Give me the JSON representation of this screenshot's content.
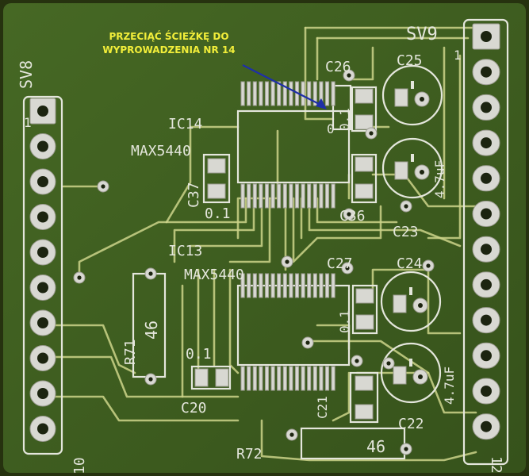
{
  "annotation": {
    "line1": "PRZECIĄĆ ŚCIEŻKĘ DO",
    "line2": "WYPROWADZENIA NR 14",
    "color": "#f2ee3a",
    "arrow_color": "#1f2fa8"
  },
  "labels": {
    "sv8": "SV8",
    "sv8_pin1": "1",
    "sv8_pin10": "10",
    "sv9": "SV9",
    "sv9_pin1": "1",
    "sv9_pin12": "12",
    "ic14": "IC14",
    "ic14_part": "MAX5440",
    "ic13": "IC13",
    "ic13_part": "MAX5440",
    "c26": "C26",
    "c25": "C25",
    "c37": "C37",
    "c37_val": "0.1",
    "c36": "C36",
    "c23": "C23",
    "c27": "C27",
    "c24": "C24",
    "c21": "C21",
    "c22": "C22",
    "c20": "C20",
    "c20_val": "0.1",
    "c_val_top": "0.1",
    "c_val_mid": "0.1",
    "r71": "R71",
    "r71_val": "46",
    "r72": "R72",
    "r72_val": "46",
    "cap_val_a": "4.7uF",
    "cap_val_b": "4.7uF",
    "ic14_pin": "0"
  },
  "colors": {
    "board": "#3e5a1f",
    "board_edge": "#2f4416",
    "silkscreen": "#e4e6dc",
    "copper": "#d8d8d2",
    "trace": "#cdd38a"
  }
}
